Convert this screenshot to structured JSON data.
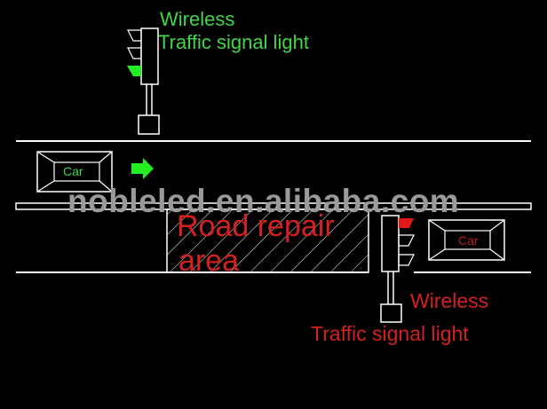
{
  "top_signal": {
    "label_line1": "Wireless",
    "label_line2": "Traffic signal light",
    "active_light": "green",
    "color": "#3fd64a"
  },
  "bottom_signal": {
    "label_line1": "Wireless",
    "label_line2": "Traffic signal light",
    "active_light": "red",
    "color": "#d42020"
  },
  "car_left": {
    "label": "Car",
    "direction": "right",
    "label_color": "#3fd64a"
  },
  "car_right": {
    "label": "Car",
    "label_color": "#b02020"
  },
  "direction_arrow": {
    "icon": "arrow-right-icon",
    "color": "#22ee22"
  },
  "repair_zone": {
    "label_line1": "Road repair",
    "label_line2": "area",
    "color": "#d42020"
  },
  "watermark": "nobleled.en.alibaba.com"
}
